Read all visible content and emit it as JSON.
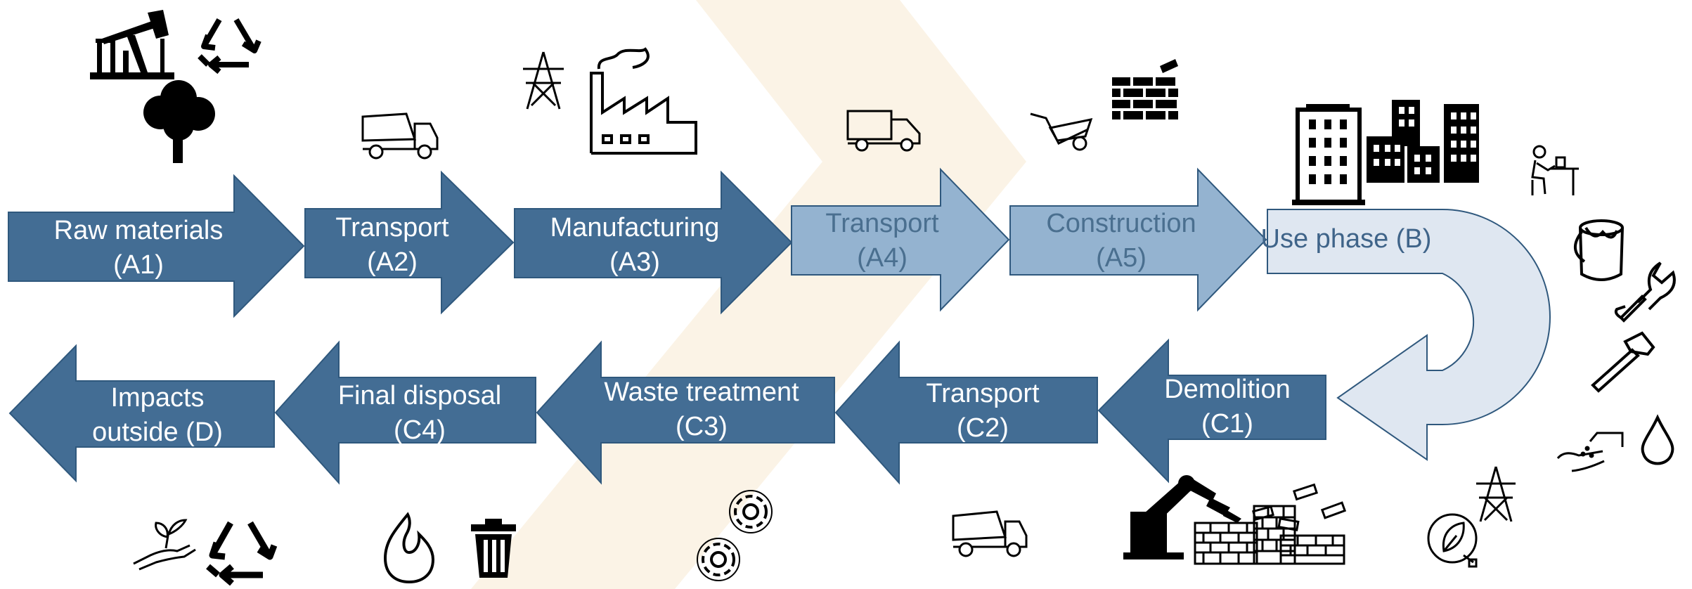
{
  "colors": {
    "dark_stage": "#436d94",
    "mid_stage": "#94b3d0",
    "light_stage": "#dfe7f1",
    "stage_border": "#2f587d",
    "background_chevron": "#fbf3e6",
    "icon": "#000000"
  },
  "stages": {
    "a1": {
      "line1": "Raw materials",
      "line2": "(A1)"
    },
    "a2": {
      "line1": "Transport",
      "line2": "(A2)"
    },
    "a3": {
      "line1": "Manufacturing",
      "line2": "(A3)"
    },
    "a4": {
      "line1": "Transport",
      "line2": "(A4)"
    },
    "a5": {
      "line1": "Construction",
      "line2": "(A5)"
    },
    "b": {
      "line1": "Use phase (B)"
    },
    "c1": {
      "line1": "Demolition",
      "line2": "(C1)"
    },
    "c2": {
      "line1": "Transport",
      "line2": "(C2)"
    },
    "c3": {
      "line1": "Waste treatment",
      "line2": "(C3)"
    },
    "c4": {
      "line1": "Final disposal",
      "line2": "(C4)"
    },
    "d": {
      "line1": "Impacts",
      "line2": "outside (D)"
    }
  },
  "icons": [
    "oil-pump-icon",
    "recycle-icon",
    "tree-icon",
    "dump-truck-icon",
    "power-pylon-icon",
    "factory-icon",
    "delivery-truck-icon",
    "wheelbarrow-icon",
    "bricks-icon",
    "office-building-icon",
    "city-buildings-icon",
    "office-worker-icon",
    "paint-bucket-icon",
    "wrench-icon",
    "hammer-icon",
    "water-tap-icon",
    "water-drop-icon",
    "eco-energy-icon",
    "robot-arm-icon",
    "brick-rubble-icon",
    "gears-icon",
    "fire-icon",
    "trash-can-icon",
    "plant-in-hand-icon"
  ]
}
